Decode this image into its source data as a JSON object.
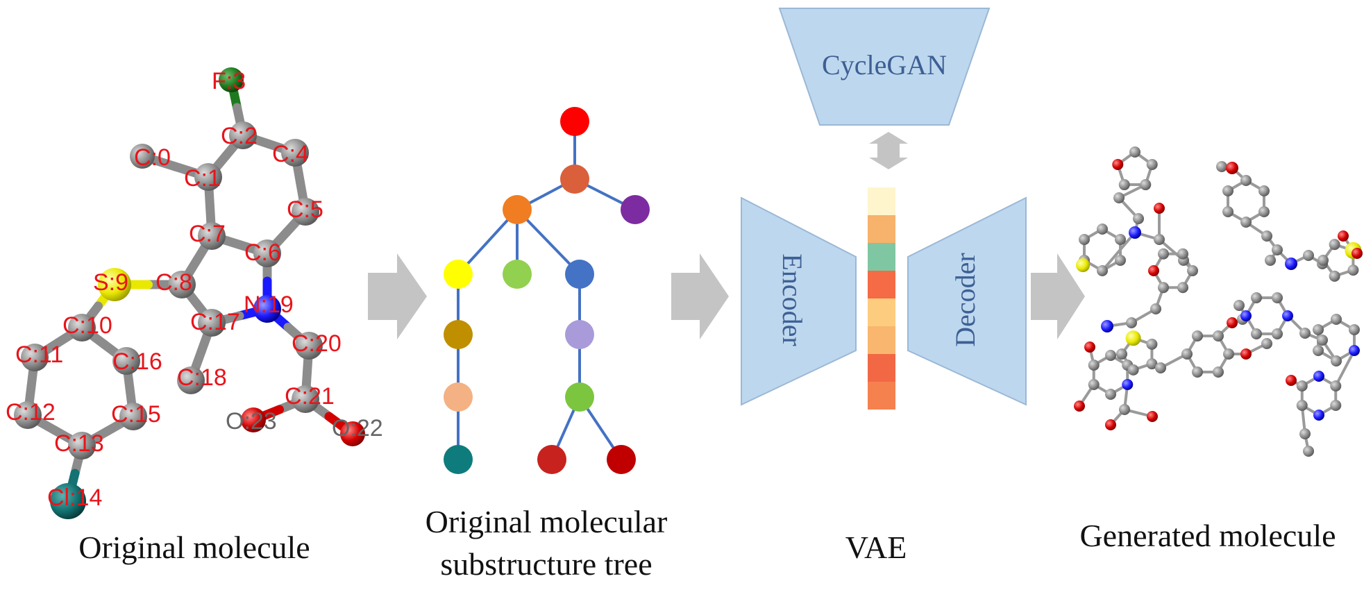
{
  "captions": {
    "original": "Original molecule",
    "tree_line1": "Original molecular",
    "tree_line2": "substructure tree",
    "vae": "VAE",
    "generated": "Generated molecule"
  },
  "vae": {
    "cyclegan": "CycleGAN",
    "encoder": "Encoder",
    "decoder": "Decoder"
  },
  "atom_labels": [
    "F:3",
    "C:2",
    "C:0",
    "C:4",
    "C:1",
    "C:5",
    "C:7",
    "C:6",
    "S:9",
    "C:8",
    "N:19",
    "C:10",
    "C:17",
    "C:20",
    "C:11",
    "C:16",
    "C:18",
    "C:21",
    "C:12",
    "C:15",
    "O:23",
    "O:22",
    "C:13",
    "Cl:14"
  ],
  "colors": {
    "carbon": "#8c8c8c",
    "oxygen": "#d40000",
    "nitrogen": "#1a1aff",
    "sulfur": "#e8e800",
    "fluorine": "#1f7a1f",
    "chlorine": "#147272",
    "label": "#e8141b",
    "panel_fill": "#bdd7ee",
    "panel_stroke": "#9bb8d6",
    "arrow": "#c4c4c4",
    "tree_edge": "#4472c4"
  },
  "tree_node_colors": [
    "#ff0000",
    "#d9603b",
    "#f07d22",
    "#7d2ba0",
    "#ffff00",
    "#92d050",
    "#4472c4",
    "#bf8f00",
    "#a99bd9",
    "#f4b183",
    "#7cc63f",
    "#0e7c7c",
    "#c8221e",
    "#c00000"
  ],
  "latent_colors": [
    "#fff5cc",
    "#f7b26b",
    "#7fc7a2",
    "#f46b45",
    "#fdcc7f",
    "#f9b66e",
    "#f26845",
    "#f5814f"
  ]
}
